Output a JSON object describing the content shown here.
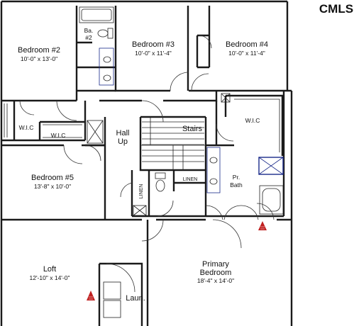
{
  "logo": {
    "text": "CMLS"
  },
  "rooms": {
    "bedroom2": {
      "name": "Bedroom #2",
      "dims": "10'-0\" x 13'-0\""
    },
    "bath2": {
      "line1": "Ba.",
      "line2": "#2"
    },
    "bedroom3": {
      "name": "Bedroom #3",
      "dims": "10'-0\" x 11'-4\""
    },
    "bedroom4": {
      "name": "Bedroom #4",
      "dims": "10'-0\" x 11'-4\""
    },
    "wic_left": {
      "name": "W.I.C"
    },
    "wic_mid": {
      "name": "W.I.C"
    },
    "wic_right": {
      "name": "W.I.C"
    },
    "hall": {
      "line1": "Hall",
      "line2": "Up"
    },
    "stairs": {
      "name": "Stairs"
    },
    "bedroom5": {
      "name": "Bedroom #5",
      "dims": "13'-8\" x 10'-0\""
    },
    "linen_a": {
      "name": "LINEN"
    },
    "linen_b": {
      "name": "LINEN"
    },
    "pr_bath": {
      "line1": "Pr.",
      "line2": "Bath"
    },
    "loft": {
      "name": "Loft",
      "dims": "12'-10\" x 14'-0\""
    },
    "laundry": {
      "name": "Laun."
    },
    "primary": {
      "line1": "Primary",
      "line2": "Bedroom",
      "dims": "18'-4\" x 14'-0\""
    }
  }
}
